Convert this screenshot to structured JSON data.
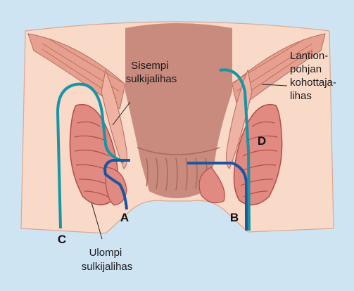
{
  "colors": {
    "background": "#cfe4f3",
    "skin": "#f9d9c7",
    "tissue_dark": "#b56a5e",
    "canal": "#c98b7e",
    "muscle": "#e08a82",
    "muscle_stroke": "#b04d47",
    "teal_path": "#1794a6",
    "blue_path": "#1d55a0",
    "leader": "#222222"
  },
  "labels": {
    "internal_sphincter": [
      "Sisempi",
      "sulkijalihas"
    ],
    "external_sphincter": [
      "Ulompi",
      "sulkijalihas"
    ],
    "levator_ani": [
      "Lantion-",
      "pohjan",
      "kohottaja-",
      "lihas"
    ]
  },
  "paths": {
    "a": "A",
    "b": "B",
    "c": "C",
    "d": "D"
  },
  "icons": [
    "internal-sphincter-muscle",
    "external-sphincter-muscle",
    "levator-ani-muscle",
    "anal-canal"
  ]
}
